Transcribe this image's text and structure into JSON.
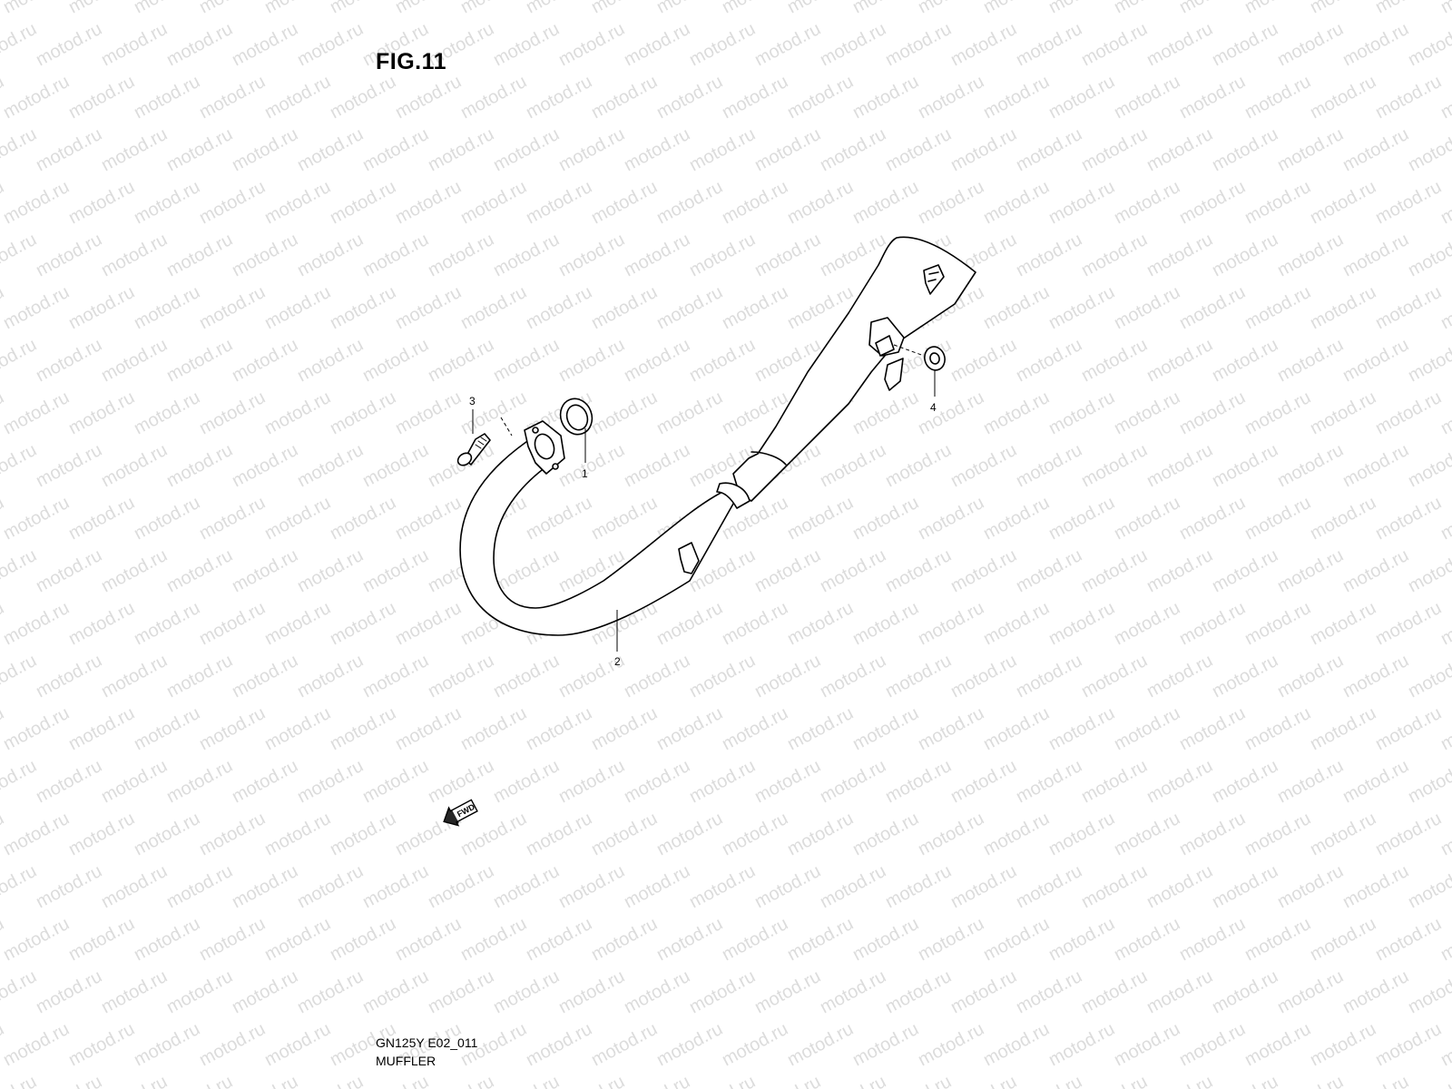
{
  "figure": {
    "title": "FIG.11"
  },
  "watermark": {
    "text": "motod.ru",
    "color": "#dcdcdc"
  },
  "callouts": [
    "1",
    "2",
    "3",
    "4"
  ],
  "fwd_label": "FWD",
  "caption": {
    "code": "GN125Y E02_011",
    "name": "MUFFLER"
  },
  "icons": [
    "bolt-icon",
    "gasket-icon",
    "washer-icon",
    "fwd-arrow-icon",
    "muffler-emblem-icon"
  ]
}
